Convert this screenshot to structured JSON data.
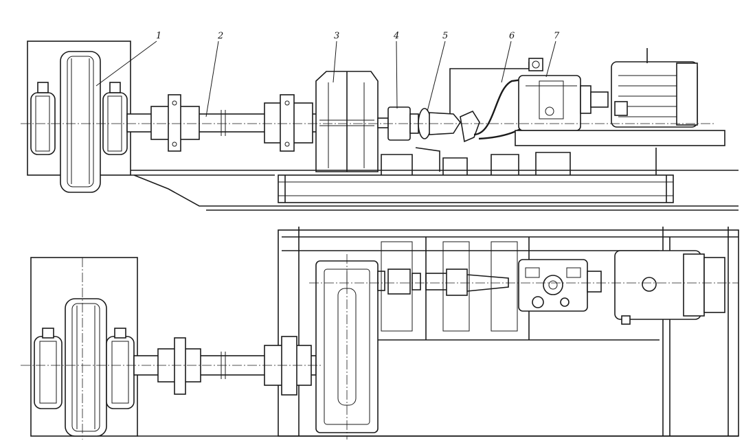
{
  "callouts": [
    {
      "number": "1",
      "part": "wheel-pair"
    },
    {
      "number": "2",
      "part": "transmission-shaft"
    },
    {
      "number": "3",
      "part": "reduction-gearbox"
    },
    {
      "number": "4",
      "part": "coupling"
    },
    {
      "number": "5",
      "part": "shaft-coupling"
    },
    {
      "number": "6",
      "part": "hydraulic-pipe"
    },
    {
      "number": "7",
      "part": "hydraulic-pump-unit"
    }
  ],
  "views": [
    "side-elevation",
    "plan-view"
  ]
}
